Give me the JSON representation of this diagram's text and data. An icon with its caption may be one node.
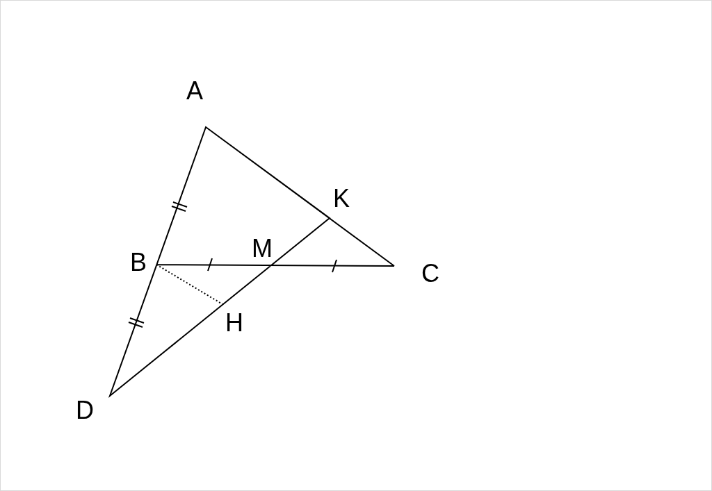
{
  "diagram": {
    "labels": [
      "A",
      "K",
      "M",
      "B",
      "C",
      "H",
      "D"
    ]
  }
}
